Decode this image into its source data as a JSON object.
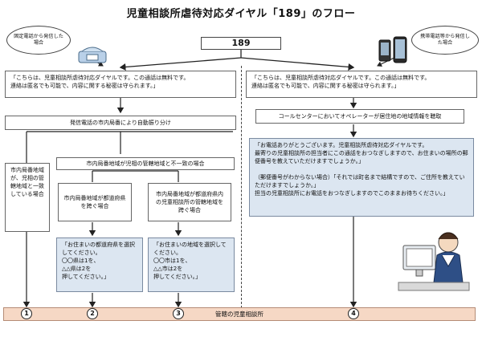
{
  "title": "児童相談所虐待対応ダイヤル「189」のフロー",
  "number_box": "189",
  "bubbles": {
    "landline": "固定電話から発信した場合",
    "mobile": "携帯電話等から発信した場合"
  },
  "announce_text": "「こちらは、児童相談所虐待対応ダイヤルです。この通話は無料です。\n連絡は匿名でも可能で、内容に関する秘密は守られます。」",
  "left": {
    "auto_route": "発信電話の市内局番により自動振り分け",
    "mismatch": "市内局番地域が児相の管轄地域と不一致の場合",
    "match": "市内局番地域が、児相の管轄地域と一致している場合",
    "cross_pref": "市内局番地域が都道府県を跨ぐ場合",
    "cross_area": "市内局番地域が都道府県内の児童相談所の管轄地域を跨ぐ場合",
    "prompt_pref": "「お住まいの都道府県を選択してください。\n〇〇県は1を、\n△△県は2を\n押してください。」",
    "prompt_city": "「お住まいの地域を選択してください。\n〇〇市は1を、\n△△市は2を\n押してください。」"
  },
  "right": {
    "call_center": "コールセンターにおいてオペレーターが居住地の地域情報を聴取",
    "operator_text": "「お電話ありがとうございます。児童相談所虐待対応ダイヤルです。\n最寄りの児童相談所の担当者にこの通話をおつなぎしますので、お住まいの場所の郵便番号を教えていただけますでしょうか。」\n\n（郵便番号がわからない場合）「それでは町名まで結構ですので、ご住所を教えていただけますでしょうか。」\n担当の児童相談所にお電話をおつなぎしますのでこのままお待ちください。」"
  },
  "bottom_bar": "管轄の児童相談所",
  "circles": [
    "1",
    "2",
    "3",
    "4"
  ],
  "colors": {
    "bubble": "#ffffff",
    "box_blue": "#dce6f1",
    "bottom_bar": "#f6d8c5"
  }
}
